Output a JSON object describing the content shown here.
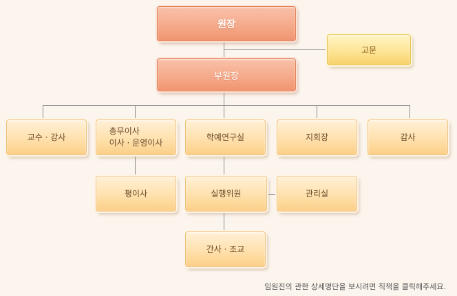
{
  "org": {
    "director": "원장",
    "vice_director": "부원장",
    "advisor": "고문",
    "departments": {
      "professor": "교수 · 강사",
      "general_line1": "총무이사",
      "general_line2": "이사 · 운영이사",
      "research": "학예연구실",
      "branch": "지회장",
      "auditor": "감사",
      "regular_director": "평이사",
      "executive_committee": "실행위원",
      "management": "관리실",
      "secretary": "간사 · 조교"
    }
  },
  "footnote": "임원진의 관한 상세명단을 보시려면 직책을 클릭해주세요."
}
